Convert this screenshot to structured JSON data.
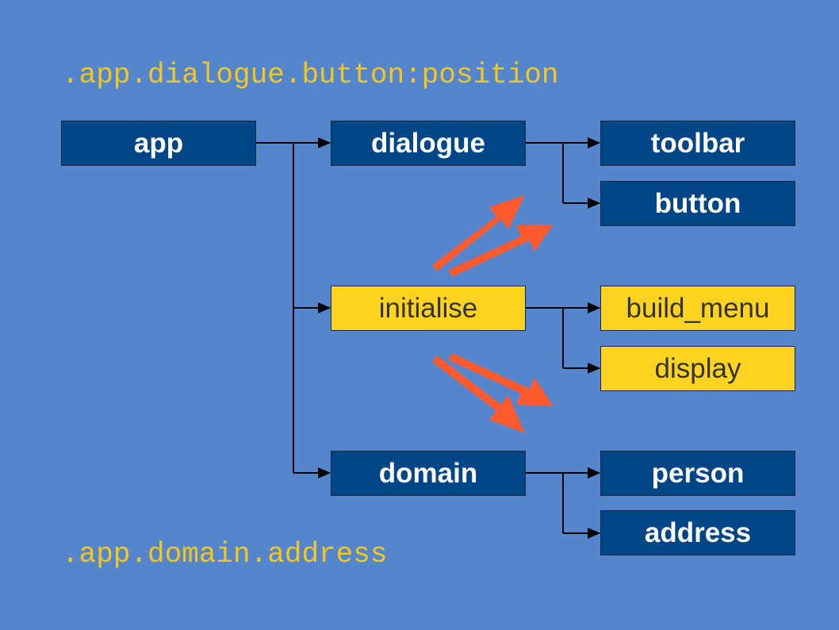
{
  "paths": {
    "top": ".app.dialogue.button:position",
    "bottom": ".app.domain.address"
  },
  "nodes": {
    "app": "app",
    "dialogue": "dialogue",
    "toolbar": "toolbar",
    "button": "button",
    "initialise": "initialise",
    "build_menu": "build_menu",
    "display": "display",
    "domain": "domain",
    "person": "person",
    "address": "address"
  },
  "colors": {
    "background": "#5585CC",
    "node_blue": "#004586",
    "node_yellow": "#FFD320",
    "path_text": "#F2C81E",
    "arrow": "#FF5A2E"
  }
}
